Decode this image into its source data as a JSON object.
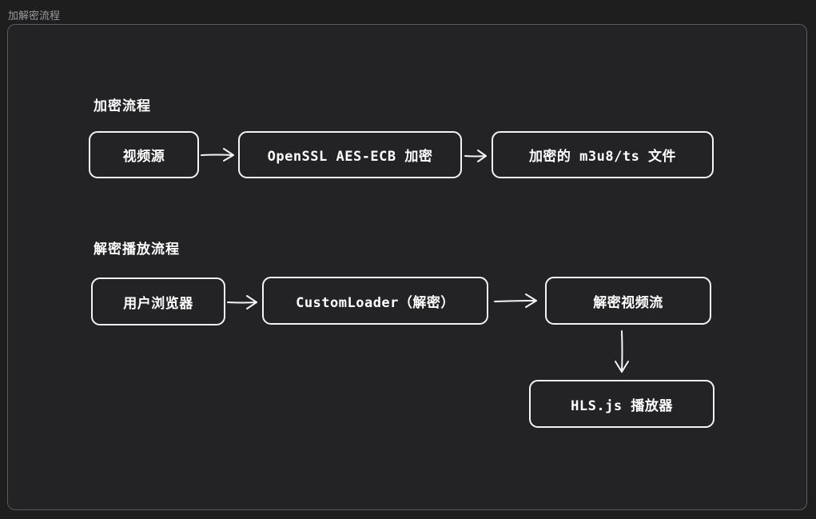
{
  "frame": {
    "title": "加解密流程"
  },
  "encrypt": {
    "title": "加密流程",
    "nodes": {
      "source": "视频源",
      "openssl": "OpenSSL AES-ECB 加密",
      "output": "加密的 m3u8/ts 文件"
    }
  },
  "decrypt": {
    "title": "解密播放流程",
    "nodes": {
      "browser": "用户浏览器",
      "loader": "CustomLoader（解密）",
      "stream": "解密视频流",
      "player": "HLS.js 播放器"
    }
  },
  "colors": {
    "background": "#1e1e1e",
    "frame": "#232326",
    "stroke": "#f4f4f4",
    "text": "#ffffff"
  }
}
